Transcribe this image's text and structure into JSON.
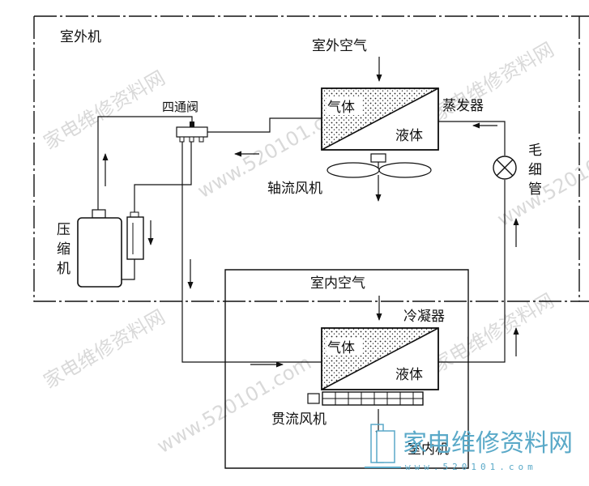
{
  "labels": {
    "outdoor_unit": "室外机",
    "outdoor_air": "室外空气",
    "four_way_valve": "四通阀",
    "gas_outdoor": "气体",
    "liquid_outdoor": "液体",
    "evaporator": "蒸发器",
    "capillary_1": "毛",
    "capillary_2": "细",
    "capillary_3": "管",
    "axial_fan": "轴流风机",
    "compressor_1": "压",
    "compressor_2": "缩",
    "compressor_3": "机",
    "indoor_air": "室内空气",
    "condenser": "冷凝器",
    "gas_indoor": "气体",
    "liquid_indoor": "液体",
    "cross_flow_fan": "贯流风机",
    "indoor_unit": "室内机"
  },
  "watermark": {
    "text_cn": "家电维修资料网",
    "text_url": "www.520101.com"
  },
  "logo": {
    "text_cn": "家电维修资料网",
    "url": "www.520101.com"
  },
  "colors": {
    "line": "#111111",
    "watermark": "#d9d9d9",
    "logo": "#5aa9c8"
  }
}
